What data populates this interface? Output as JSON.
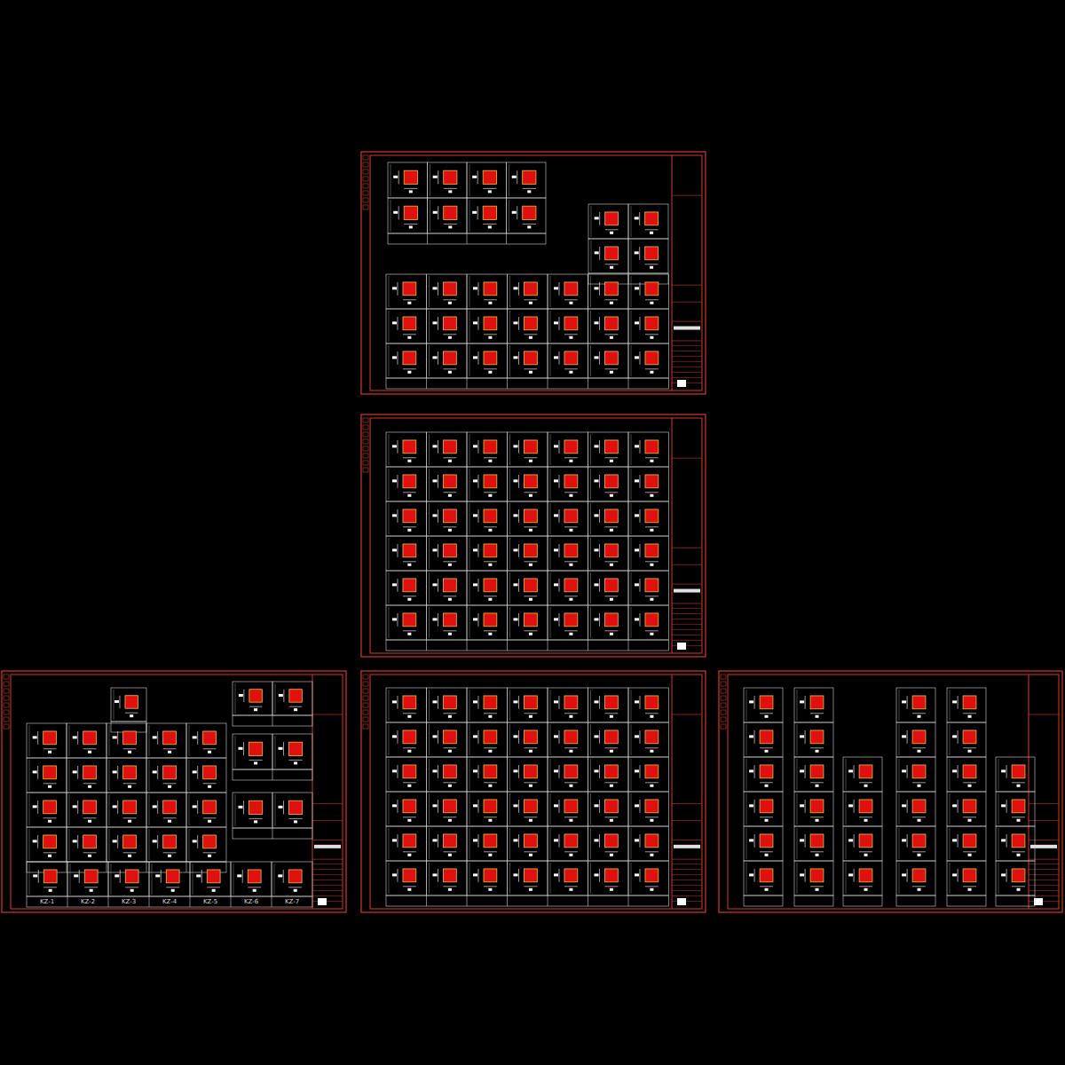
{
  "diagram": {
    "labels": [
      "KZ-1",
      "KZ-2",
      "KZ-3",
      "KZ-4",
      "KZ-5",
      "KZ-6",
      "KZ-7"
    ]
  }
}
